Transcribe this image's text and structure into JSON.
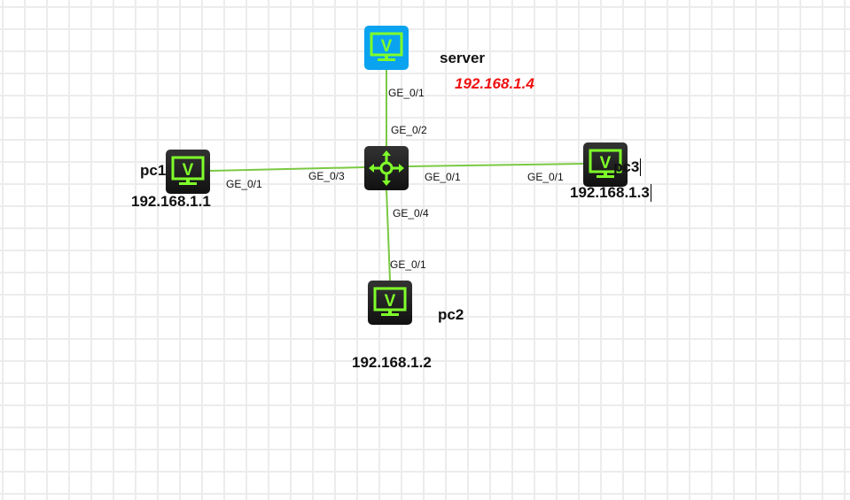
{
  "colors": {
    "link": "#7ac943",
    "accent": "#7fff2a",
    "server_bg": "#0aa3f0",
    "ip_highlight": "#f01010"
  },
  "devices": {
    "server": {
      "name": "server",
      "ip": "192.168.1.4",
      "icon": "pc-monitor-icon"
    },
    "switch": {
      "icon": "switch-router-icon"
    },
    "pc1": {
      "name": "pc1",
      "ip": "192.168.1.1",
      "icon": "pc-monitor-icon"
    },
    "pc2": {
      "name": "pc2",
      "ip": "192.168.1.2",
      "icon": "pc-monitor-icon"
    },
    "pc3": {
      "name": "pc3",
      "ip": "192.168.1.3",
      "icon": "pc-monitor-icon"
    }
  },
  "links": {
    "server_switch": {
      "a_port": "GE_0/1",
      "b_port": "GE_0/2"
    },
    "pc1_switch": {
      "a_port": "GE_0/1",
      "b_port": "GE_0/3"
    },
    "switch_pc3": {
      "a_port": "GE_0/1",
      "b_port": "GE_0/1"
    },
    "switch_pc2": {
      "a_port": "GE_0/4",
      "b_port": "GE_0/1"
    }
  }
}
